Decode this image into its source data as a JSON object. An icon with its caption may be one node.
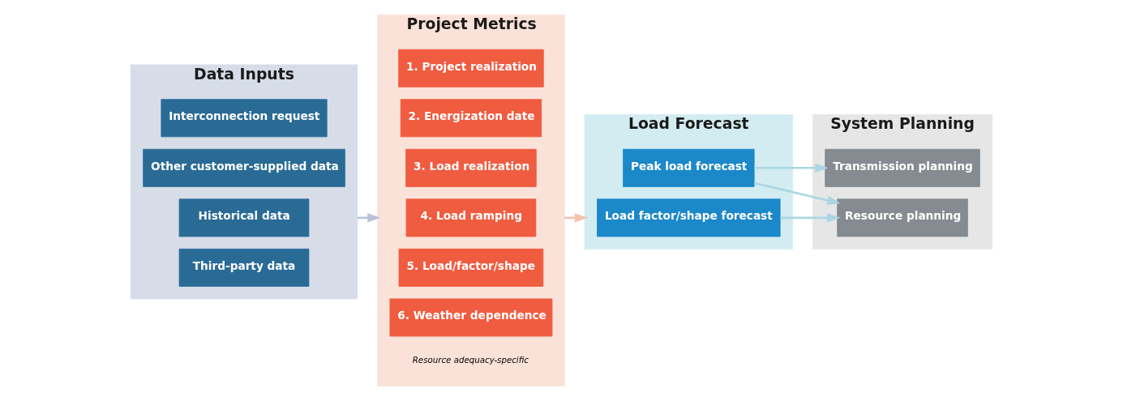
{
  "diagram": {
    "nodes": [
      {
        "text": [
          "Data Inputs"
        ]
      },
      {
        "text": [
          "Interconnection request"
        ],
        "in": 0
      },
      {
        "text": [
          "Other customer-supplied data"
        ],
        "in": 0
      },
      {
        "text": [
          "Historical data"
        ],
        "in": 0
      },
      {
        "text": [
          "Third-party data"
        ],
        "in": 0
      },
      {
        "text": [
          "Project Metrics"
        ]
      },
      {
        "text": [
          "1. Project realization"
        ],
        "in": 5
      },
      {
        "text": [
          "2. Energization date"
        ],
        "in": 5
      },
      {
        "text": [
          "3. Load realization"
        ],
        "in": 5
      },
      {
        "text": [
          "4. Load ramping"
        ],
        "in": 5
      },
      {
        "text": [
          "5. Load/factor/shape"
        ],
        "in": 5
      },
      {
        "text": [
          "6. Weather dependence"
        ],
        "in": 5,
        "beside": [
          "Resource adequacy-specific"
        ]
      },
      {
        "text": [
          "Load Forecast"
        ]
      },
      {
        "text": [
          "Peak load forecast"
        ],
        "in": 12
      },
      {
        "text": [
          "Load factor/shape forecast"
        ],
        "in": 12
      },
      {
        "text": [
          "System Planning"
        ]
      },
      {
        "text": [
          "Transmission planning"
        ],
        "in": 15
      },
      {
        "text": [
          "Resource planning"
        ],
        "in": 15
      }
    ],
    "edges": [
      {
        "from": 0,
        "to": 5,
        "arrow": "to",
        "color": "#b8c3d8"
      },
      {
        "from": 5,
        "to": 12,
        "arrow": "to",
        "color": "#f5c2ae"
      },
      {
        "from": 13,
        "to": 16,
        "arrow": "to"
      },
      {
        "from": 13,
        "to": 17,
        "arrow": "to"
      },
      {
        "from": 14,
        "to": 17,
        "arrow": "to"
      }
    ]
  }
}
